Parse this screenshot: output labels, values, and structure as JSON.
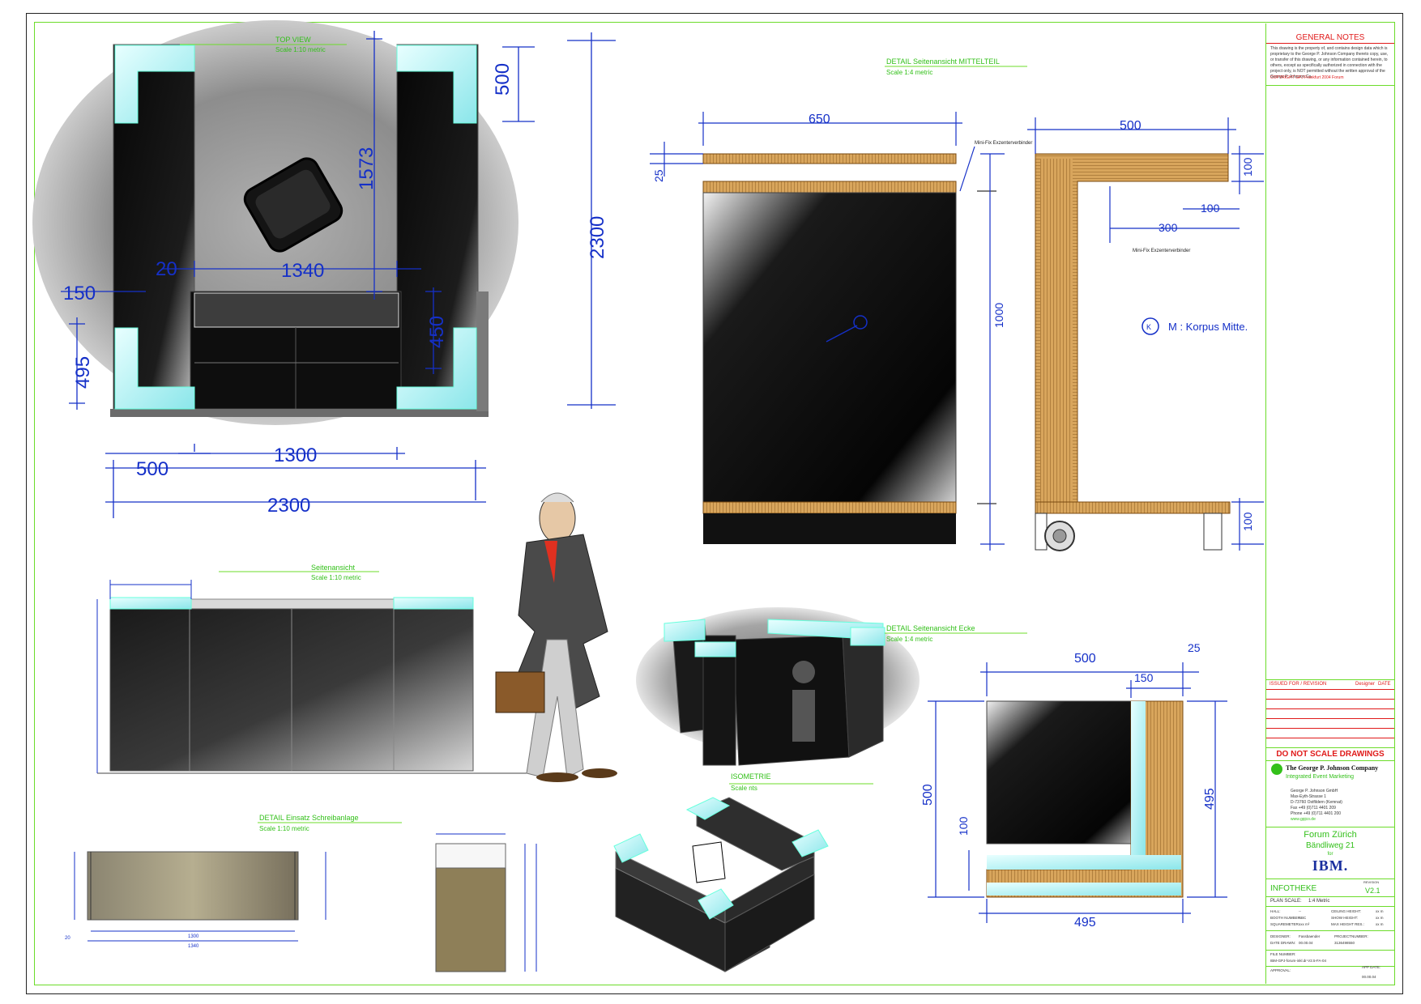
{
  "views": {
    "top_view": {
      "title": "TOP VIEW",
      "scale": "Scale 1:10 metric"
    },
    "mittelteil": {
      "title": "DETAIL Seitenansicht MITTELTEIL",
      "scale": "Scale 1:4 metric"
    },
    "seitenansicht": {
      "title": "Seitenansicht",
      "scale": "Scale 1:10 metric"
    },
    "ecke": {
      "title": "DETAIL Seitenansicht Ecke",
      "scale": "Scale 1:4 metric"
    },
    "isometrie": {
      "title": "ISOMETRIE",
      "scale": "Scale nts"
    },
    "schreibanlage": {
      "title": "DETAIL Einsatz Schreibanlage",
      "scale": "Scale 1:10 metric"
    }
  },
  "top_view_dims": {
    "d500_top": "500",
    "d1573": "1573",
    "d2300_right": "2300",
    "d20": "20",
    "d1340": "1340",
    "d150": "150",
    "d450": "450",
    "d495": "495",
    "d500_bottom": "500",
    "d1300": "1300",
    "d2300_bottom": "2300"
  },
  "mittelteil_dims": {
    "d650": "650",
    "d25": "25",
    "d1000": "1000",
    "label_connector": "Mini-Fix Exzenterverbinder",
    "d500": "500",
    "d100_a": "100",
    "d100_b": "100",
    "d300": "300",
    "d100_c": "100",
    "legend_k": "K",
    "legend_text": "M : Korpus Mitte."
  },
  "ecke_dims": {
    "d500_top": "500",
    "d25": "25",
    "d150": "150",
    "d500_left": "500",
    "d100": "100",
    "d495_right": "495",
    "d495_bottom": "495"
  },
  "schreib_dims": {
    "d1300": "1300",
    "d1340": "1340",
    "d20": "20"
  },
  "title_block": {
    "general_notes": "GENERAL NOTES",
    "notes_text": "This drawing is the property of, and contains design data which is proprietary to the George P. Johnson Company thereto copy, use, or transfer of this drawing, or any information contained herein, to others, except as specifically authorized in connection with the project only, is NOT permitted without the written approval of the George P. Johnson Co.",
    "copyright": "COPYRIGHT GPJ Frankfurt 2004 Forum",
    "issued_for": "ISSUED FOR / REVISION",
    "designer_col": "Designer",
    "date_col": "DATE",
    "do_not_scale": "DO NOT SCALE DRAWINGS",
    "company": "The George P. Johnson Company",
    "tagline": "Integrated Event Marketing",
    "address": [
      "George P. Johnson GmbH",
      "Max-Eyth-Strasse 1",
      "D-73760 Ostfildern (Kemnat)",
      "Fax +49 (0)711 4401 209",
      "Phone +49 (0)711 4401 200",
      "www.gpjco.de"
    ],
    "project": "Forum Zürich",
    "street": "Bändliweg 21",
    "for_label": "for",
    "client": "IBM.",
    "sheet_title": "INFOTHEKE",
    "revision_label": "REVISION",
    "revision": "V2.1",
    "plan_scale_label": "PLAN SCALE:",
    "plan_scale": "1:4 Metric",
    "hall_label": "HALL:",
    "hall": "--",
    "booth_label": "BOOTH NUMBER:",
    "booth": "ABC",
    "sqm_label": "SQUAREMETER:",
    "sqm": "xxx m²",
    "ceiling_label": "CEILING HEIGHT:",
    "ceiling": "xx m",
    "show_label": "SHOW HEIGHT:",
    "show": "xx m",
    "vhr_label": "MAX HEIGHT RES.:",
    "vhr": "xx m",
    "designer_label": "DESIGNER:",
    "designer": "Fassbaender",
    "date_drawn_label": "DATE DRAWN:",
    "date_drawn": "00.00.04",
    "project_number_label": "PROJECTNUMBER:",
    "project_number": "3136498550",
    "file_label": "FILE NUMBER:",
    "file": "IBM-GPJ-forum-inkl.dr-V2.5-FA-04",
    "approval_label": "APPROVAL:",
    "app_date_label": "APP DATE:",
    "app_date": "00.00.04"
  },
  "colors": {
    "dim": "#1530c8",
    "title": "#33c01a",
    "glass": "#b8f4f4",
    "wood": "#c8954a",
    "border": "#6cdc2a",
    "warning": "#e01a1a"
  }
}
